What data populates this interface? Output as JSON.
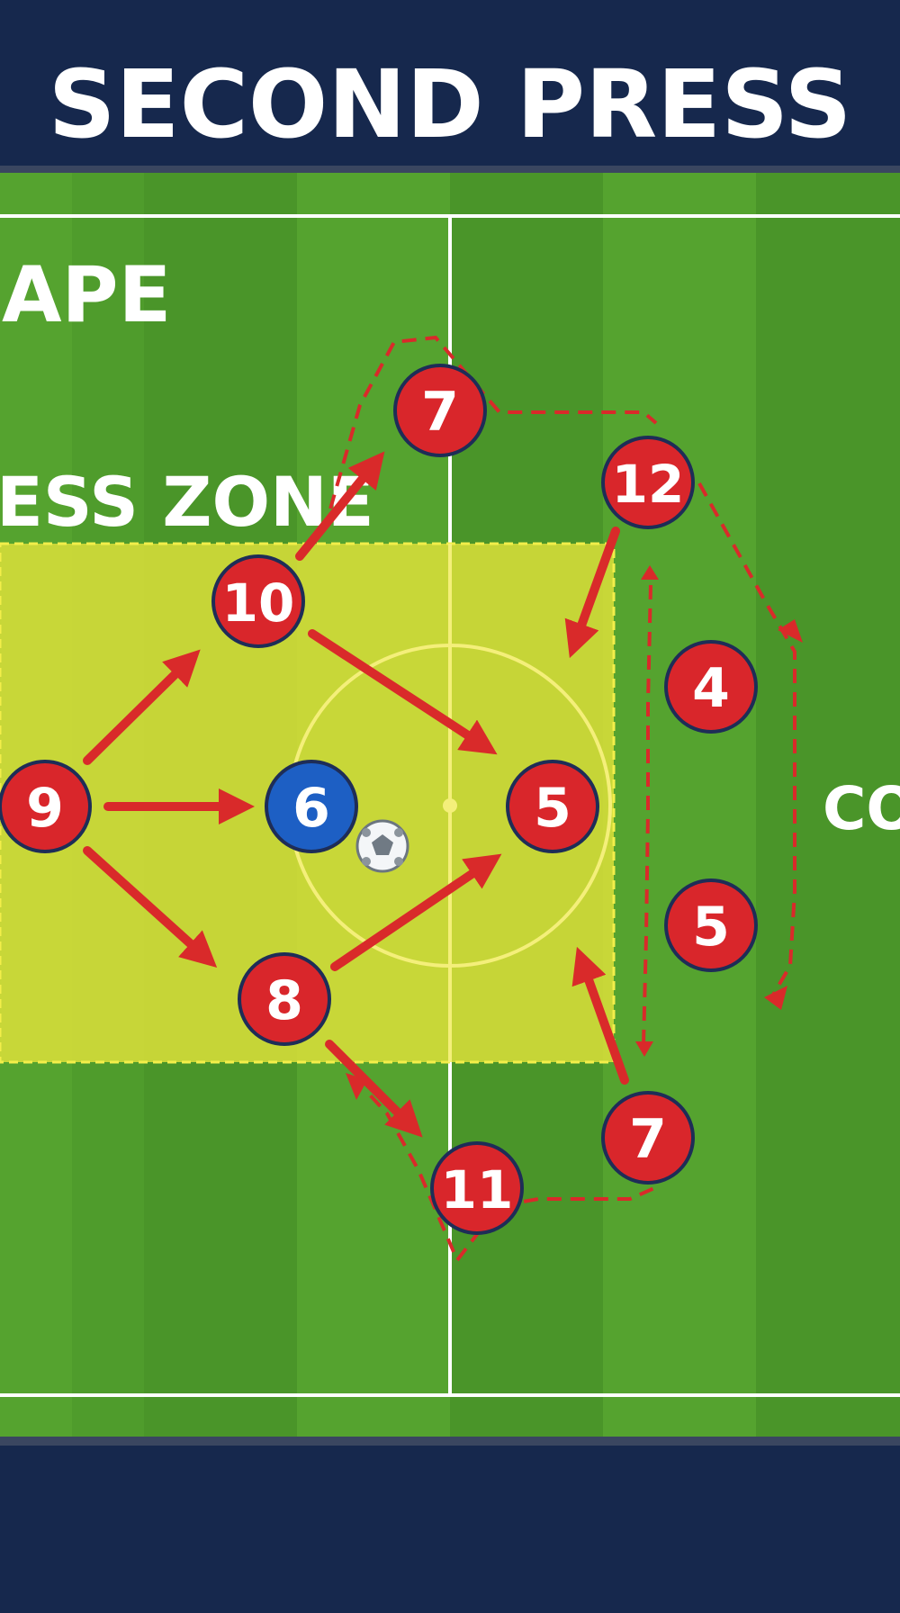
{
  "title": "SECOND PRESS",
  "labels": {
    "shape": "APE",
    "press_zone": "ESS ZONE",
    "cover": "COV"
  },
  "colors": {
    "header_bg": "#16284d",
    "pitch_light": "#55a32f",
    "pitch_dark": "#4a9529",
    "press_zone_fill": "#e2e33a",
    "team_red": "#d9262b",
    "team_blue": "#1d5fc4",
    "arrow_red": "#d92a2a",
    "line_white": "#ffffff"
  },
  "players": [
    {
      "id": "p9",
      "number": "9",
      "team": "red"
    },
    {
      "id": "p10",
      "number": "10",
      "team": "red"
    },
    {
      "id": "p8",
      "number": "8",
      "team": "red"
    },
    {
      "id": "p7top",
      "number": "7",
      "team": "red"
    },
    {
      "id": "p12",
      "number": "12",
      "team": "red"
    },
    {
      "id": "p6",
      "number": "6",
      "team": "blue"
    },
    {
      "id": "p5c",
      "number": "5",
      "team": "red"
    },
    {
      "id": "p4",
      "number": "4",
      "team": "red"
    },
    {
      "id": "p5r",
      "number": "5",
      "team": "red"
    },
    {
      "id": "p7bot",
      "number": "7",
      "team": "red"
    },
    {
      "id": "p11",
      "number": "11",
      "team": "red"
    }
  ],
  "ball": {
    "icon": "soccer-ball-icon"
  }
}
